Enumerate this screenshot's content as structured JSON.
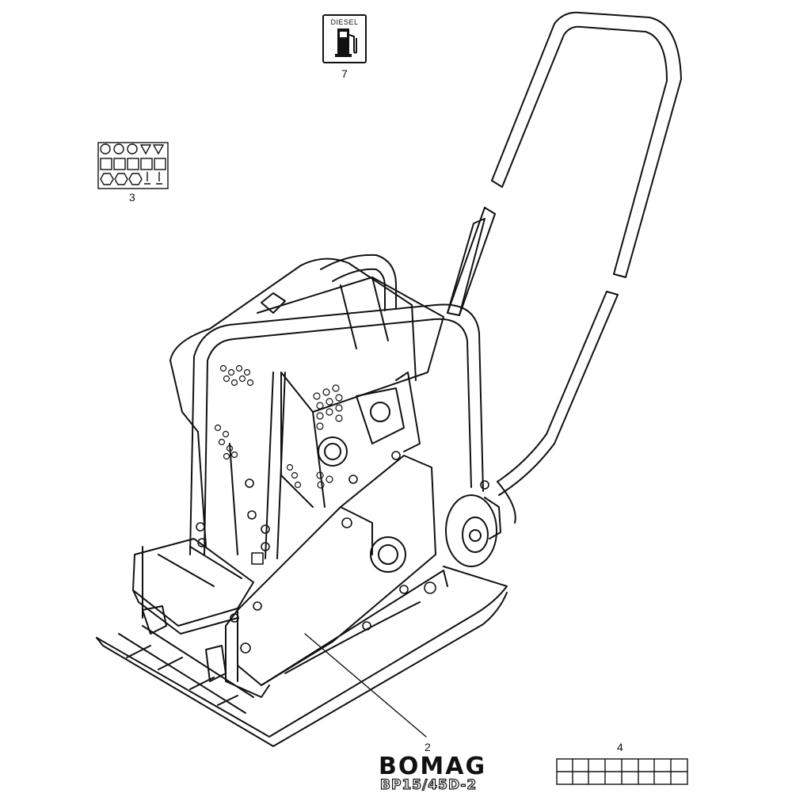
{
  "callouts": {
    "decal_diesel": "7",
    "decal_symbols": "3",
    "decal_brand": "2",
    "decal_strip": "4"
  },
  "diesel_decal": {
    "text": "DIESEL",
    "icon": "fuel-pump-icon"
  },
  "brand_decal": {
    "brand": "BOMAG",
    "model": "BP15/45D-2"
  },
  "colors": {
    "line": "#111111",
    "background": "#ffffff"
  }
}
